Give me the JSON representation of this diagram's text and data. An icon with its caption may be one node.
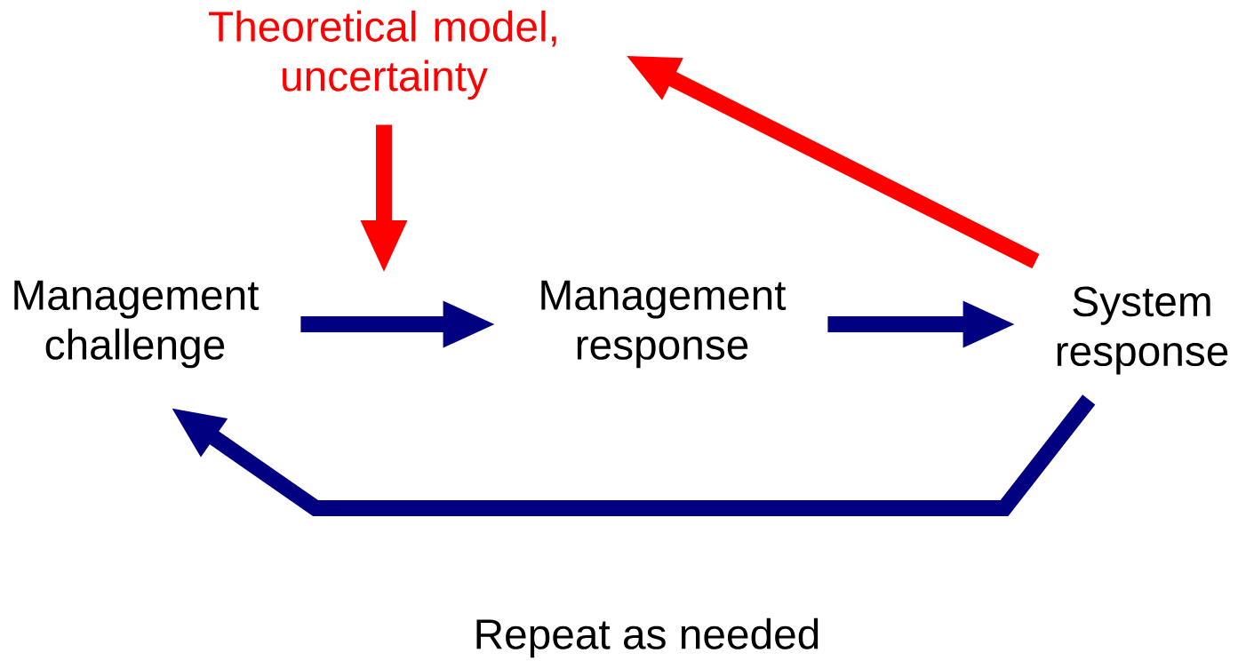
{
  "diagram": {
    "nodes": [
      {
        "text": [
          "Theoretical model, uncertainty"
        ]
      },
      {
        "text": [
          "Management challenge"
        ]
      },
      {
        "text": [
          "Management response"
        ]
      },
      {
        "text": [
          "System response"
        ]
      }
    ],
    "edges": [
      {
        "from": 0,
        "to": null,
        "arrow": "to",
        "color": "#ff0000"
      },
      {
        "from": 1,
        "to": 2,
        "arrow": "to"
      },
      {
        "from": 2,
        "to": 3,
        "arrow": "to"
      },
      {
        "from": 3,
        "to": 0,
        "arrow": "to",
        "color": "#ff0000"
      },
      {
        "from": 3,
        "to": 1,
        "arrow": "to"
      }
    ],
    "labels": [
      "Repeat as needed"
    ]
  }
}
